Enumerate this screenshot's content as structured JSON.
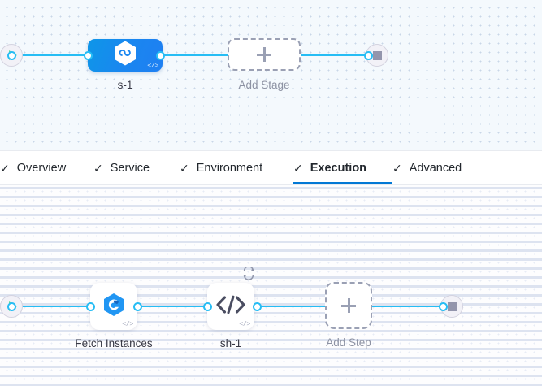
{
  "stage_canvas": {
    "name": "pipeline-stage-canvas",
    "start_node": {
      "icon": "play-icon",
      "title": "Start"
    },
    "nodes": [
      {
        "id": "s-1",
        "label": "s-1",
        "type": "deployment-stage",
        "icon": "hexagon-infinity-icon",
        "corner_icon": "code-icon",
        "corner_glyph": "</>"
      }
    ],
    "add_placeholder": {
      "label": "Add Stage",
      "icon": "plus-icon"
    },
    "end_node": {
      "icon": "stop-icon",
      "title": "End"
    }
  },
  "tabs": {
    "name": "stage-config-tabs",
    "check_glyph": "✓",
    "active": "Execution",
    "items": [
      {
        "label": "Overview",
        "checked": true,
        "active": false
      },
      {
        "label": "Service",
        "checked": true,
        "active": false
      },
      {
        "label": "Environment",
        "checked": true,
        "active": false
      },
      {
        "label": "Execution",
        "checked": true,
        "active": true
      },
      {
        "label": "Advanced",
        "checked": true,
        "active": false
      }
    ]
  },
  "step_canvas": {
    "name": "execution-step-canvas",
    "start_node": {
      "icon": "play-icon",
      "title": "Start"
    },
    "nodes": [
      {
        "id": "fetch-instances",
        "label": "Fetch Instances",
        "icon": "harness-spiral-icon",
        "corner_glyph": "</>",
        "looping": false
      },
      {
        "id": "sh-1",
        "label": "sh-1",
        "icon": "shell-script-icon",
        "icon_glyph": "</>",
        "corner_glyph": "</>",
        "looping": true,
        "loop_icon": "loop-repeat-icon"
      }
    ],
    "add_placeholder": {
      "label": "Add Step",
      "icon": "plus-icon"
    },
    "end_node": {
      "icon": "stop-icon",
      "title": "End"
    }
  },
  "colors": {
    "edge": "#27bdf4",
    "accent": "#0278d5",
    "stage_node_blue": "#1a86f0",
    "start_green": "#5ddc92",
    "stop_gray": "#9395ac",
    "dashed_gray": "#9aa0b4",
    "stage_canvas_bg": "#f4f9fd",
    "step_canvas_bg": "#fdfdfe"
  }
}
